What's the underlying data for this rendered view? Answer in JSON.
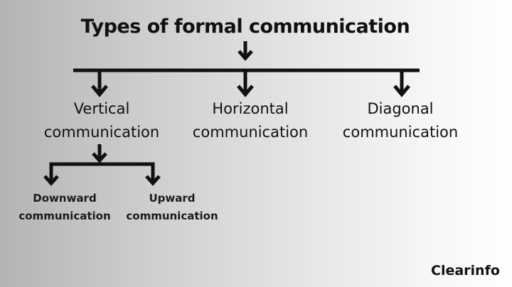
{
  "diagram": {
    "title": "Types of formal communication",
    "categories": [
      {
        "line1": "Vertical",
        "line2": "communication",
        "children": [
          {
            "line1": "Downward",
            "line2": "communication"
          },
          {
            "line1": "Upward",
            "line2": "communication"
          }
        ]
      },
      {
        "line1": "Horizontal",
        "line2": "communication"
      },
      {
        "line1": "Diagonal",
        "line2": "communication"
      }
    ]
  },
  "watermark": "Clearinfo",
  "colors": {
    "lines": "#111111",
    "bg_left": "#b4b4b4",
    "bg_right": "#ffffff"
  }
}
